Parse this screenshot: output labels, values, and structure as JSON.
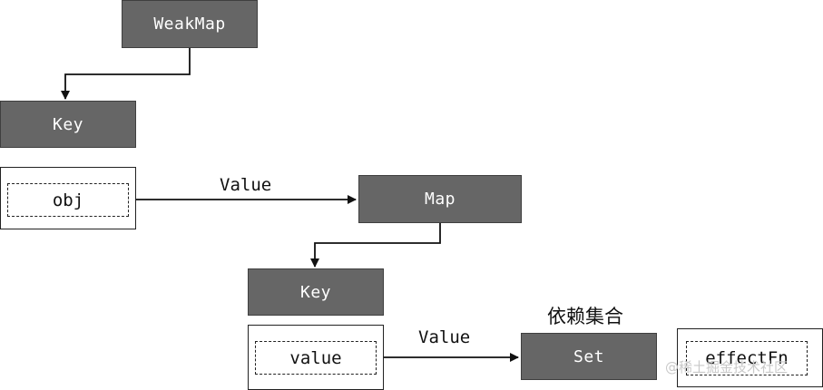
{
  "nodes": {
    "weakmap": "WeakMap",
    "key_top": "Key",
    "obj": "obj",
    "map": "Map",
    "key_bottom": "Key",
    "value": "value",
    "set": "Set",
    "effect_fn": "effectFn"
  },
  "edges": {
    "obj_to_map": "Value",
    "value_to_set": "Value"
  },
  "set_heading": "依赖集合",
  "watermark": "@稀土掘金技术社区"
}
